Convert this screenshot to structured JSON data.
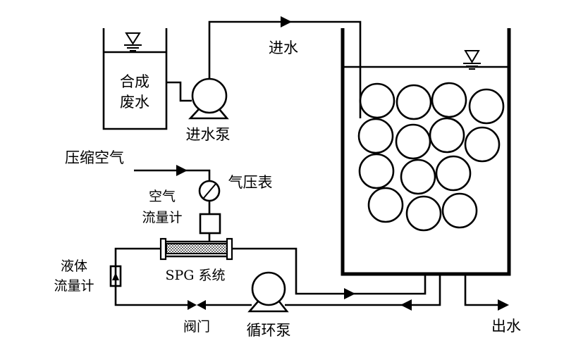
{
  "labels": {
    "waste_tank": [
      "合成",
      "废水"
    ],
    "feed_pump": "进水泵",
    "inflow": "进水",
    "compressed_air": "压缩空气",
    "pressure_gauge": "气压表",
    "air_flowmeter": [
      "空气",
      "流量计"
    ],
    "liquid_flowmeter": [
      "液体",
      "流量计"
    ],
    "spg_system": "SPG 系统",
    "valve": "阀门",
    "circulation_pump": "循环泵",
    "outflow": "出水"
  }
}
